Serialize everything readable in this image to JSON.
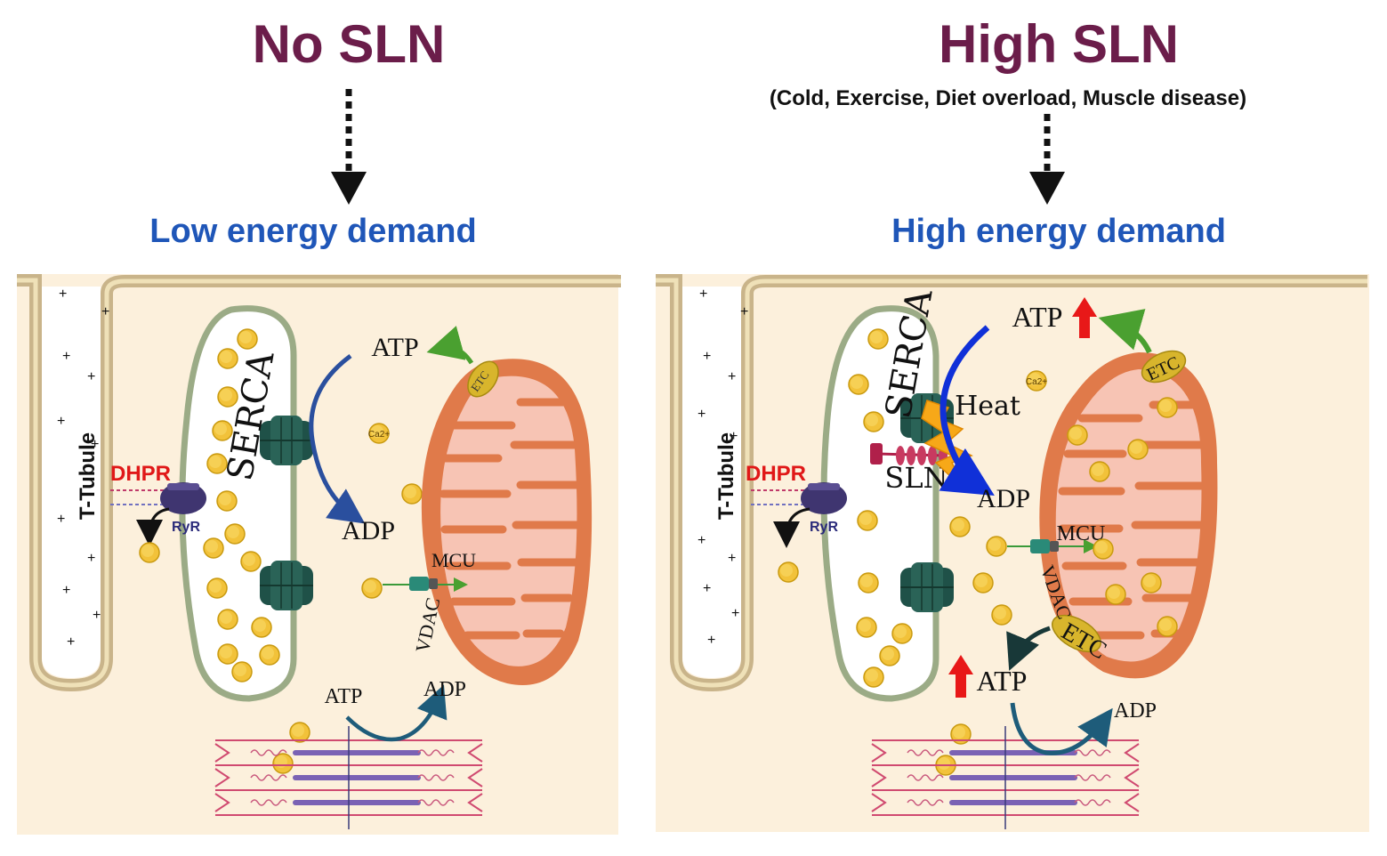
{
  "left_panel": {
    "title": "No SLN",
    "demand": "Low energy demand",
    "t_tubule": "T-Tubule",
    "dhpr": "DHPR",
    "ryr": "RyR",
    "serca": "SERCA",
    "atp": "ATP",
    "adp": "ADP",
    "etc": "ETC",
    "mcu": "MCU",
    "vdac": "VDAC",
    "myo_atp": "ATP",
    "myo_adp": "ADP",
    "ion": "Ca2+"
  },
  "right_panel": {
    "title": "High SLN",
    "conditions": "(Cold, Exercise, Diet overload, Muscle disease)",
    "demand": "High energy demand",
    "t_tubule": "T-Tubule",
    "dhpr": "DHPR",
    "ryr": "RyR",
    "serca": "SERCA",
    "sln": "SLN",
    "heat": "Heat",
    "atp": "ATP",
    "adp": "ADP",
    "etc_top": "ETC",
    "etc_bottom": "ETC",
    "mcu": "MCU",
    "vdac": "VDAC",
    "myo_atp": "ATP",
    "myo_adp": "ADP",
    "ion": "Ca2+"
  },
  "colors": {
    "title": "#6b1d4a",
    "demand": "#1f56b8",
    "cytoplasm": "#fcf0dc",
    "membrane": "#c9b48a",
    "sr_border": "#9bab86",
    "mito_outer": "#e07a4a",
    "mito_inner": "#f7c4b4",
    "serca": "#1f5148",
    "dhpr_label": "#e01818",
    "ryr": "#3f3570",
    "ca_ion": "#f2c23a",
    "etc": "#d8b52c"
  }
}
